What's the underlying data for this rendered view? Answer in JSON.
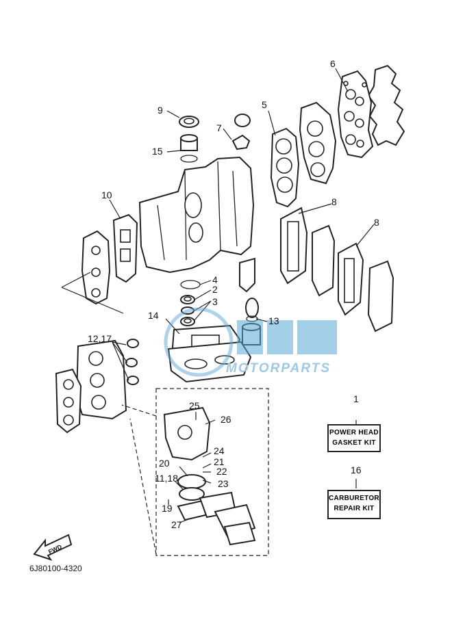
{
  "callouts": [
    {
      "id": "c1",
      "label": "1"
    },
    {
      "id": "c2",
      "label": "2"
    },
    {
      "id": "c3",
      "label": "3"
    },
    {
      "id": "c4",
      "label": "4"
    },
    {
      "id": "c5",
      "label": "5"
    },
    {
      "id": "c6",
      "label": "6"
    },
    {
      "id": "c7",
      "label": "7"
    },
    {
      "id": "c8a",
      "label": "8"
    },
    {
      "id": "c8b",
      "label": "8"
    },
    {
      "id": "c9",
      "label": "9"
    },
    {
      "id": "c10",
      "label": "10"
    },
    {
      "id": "c11",
      "label": "11,18"
    },
    {
      "id": "c12",
      "label": "12,17"
    },
    {
      "id": "c13",
      "label": "13"
    },
    {
      "id": "c14",
      "label": "14"
    },
    {
      "id": "c15",
      "label": "15"
    },
    {
      "id": "c16",
      "label": "16"
    },
    {
      "id": "c19",
      "label": "19"
    },
    {
      "id": "c20",
      "label": "20"
    },
    {
      "id": "c21",
      "label": "21"
    },
    {
      "id": "c22",
      "label": "22"
    },
    {
      "id": "c23",
      "label": "23"
    },
    {
      "id": "c24",
      "label": "24"
    },
    {
      "id": "c25",
      "label": "25"
    },
    {
      "id": "c26",
      "label": "26"
    },
    {
      "id": "c27",
      "label": "27"
    }
  ],
  "kits": {
    "power_head": {
      "line1": "POWER HEAD",
      "line2": "GASKET KIT"
    },
    "carburetor": {
      "line1": "CARBURETOR",
      "line2": "REPAIR KIT"
    }
  },
  "fwd_label": "FWD",
  "diagram_code": "6J80100-4320",
  "watermark": {
    "text": "MOTORPARTS",
    "color": "#5aa7d6"
  }
}
